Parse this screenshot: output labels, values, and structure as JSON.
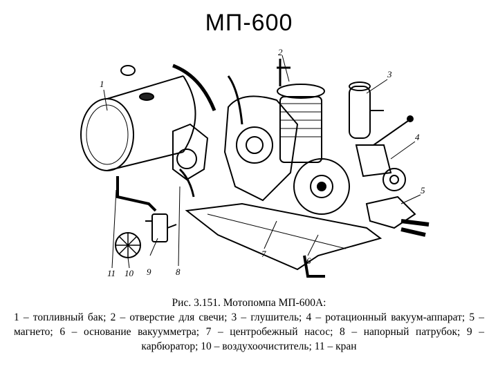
{
  "title": "МП-600",
  "figure": {
    "labels": [
      "1",
      "2",
      "3",
      "4",
      "5",
      "6",
      "7",
      "8",
      "9",
      "10",
      "11"
    ]
  },
  "caption": {
    "title": "Рис. 3.151. Мотопомпа МП-600А:",
    "body": "1 – топливный бак; 2 – отверстие для свечи; 3 – глушитель; 4 – ротационный вакуум-аппарат; 5 – магнето; 6 – основание вакуумметра; 7 – центробежный насос; 8 – напорный патрубок; 9 – карбюратор; 10 – воздухоочиститель; 11 – кран"
  }
}
